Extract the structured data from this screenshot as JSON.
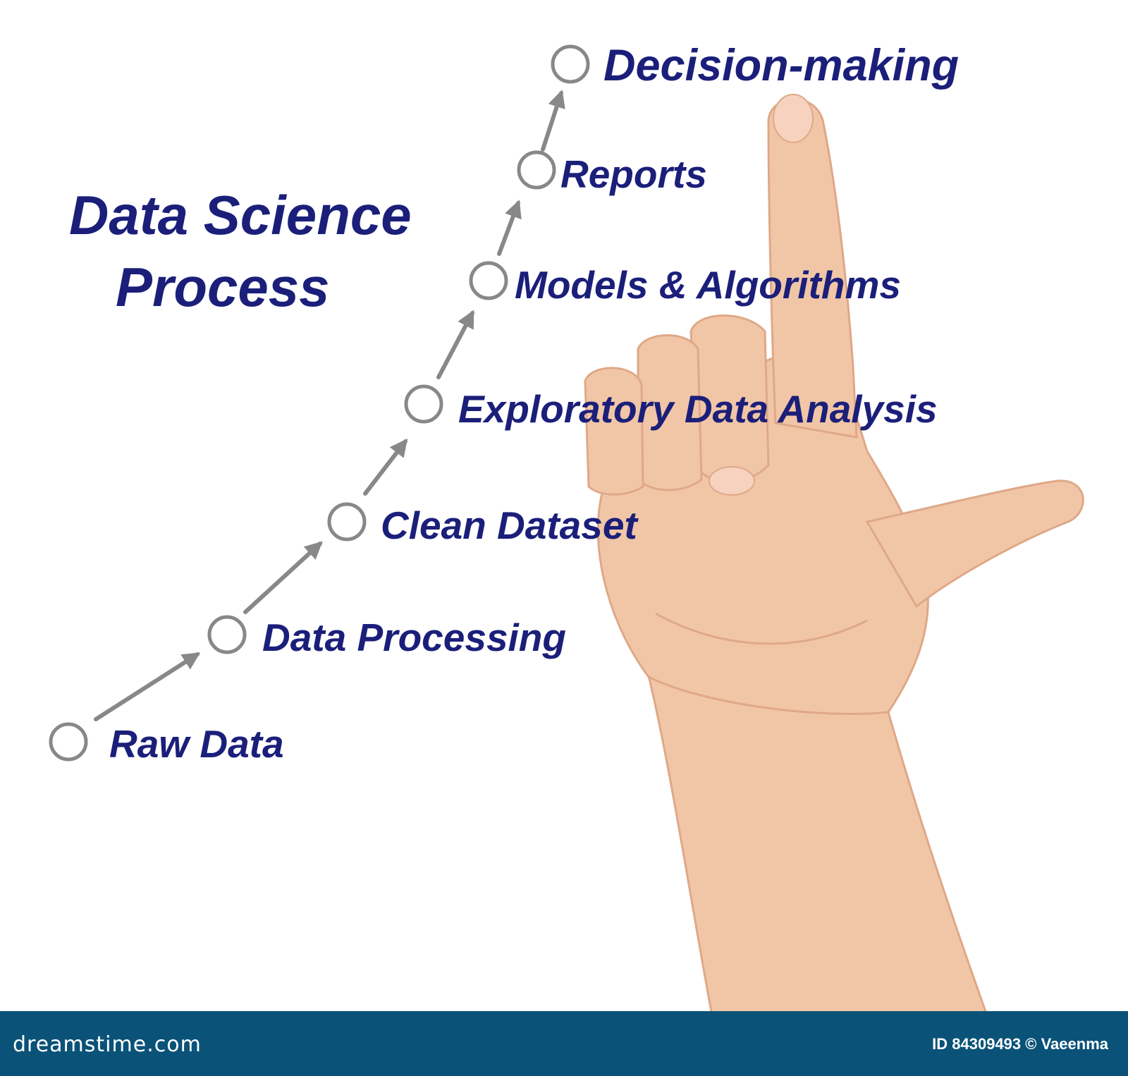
{
  "colors": {
    "text": "#1b1f7a",
    "connector": "#888888",
    "footer_bg": "#0a5278",
    "footer_text": "#ffffff",
    "skin": "#f1c6a6",
    "skin_shade": "#dfa888",
    "nail": "#f6d2bf"
  },
  "title": {
    "line1": "Data Science",
    "line2": "Process"
  },
  "steps": [
    {
      "label": "Raw Data"
    },
    {
      "label": "Data Processing"
    },
    {
      "label": "Clean Dataset"
    },
    {
      "label": "Exploratory Data Analysis"
    },
    {
      "label": "Models & Algorithms"
    },
    {
      "label": "Reports"
    },
    {
      "label": "Decision-making"
    }
  ],
  "footer": {
    "brand": "dreamstime.com",
    "credit": "ID 84309493 © Vaeenma"
  }
}
